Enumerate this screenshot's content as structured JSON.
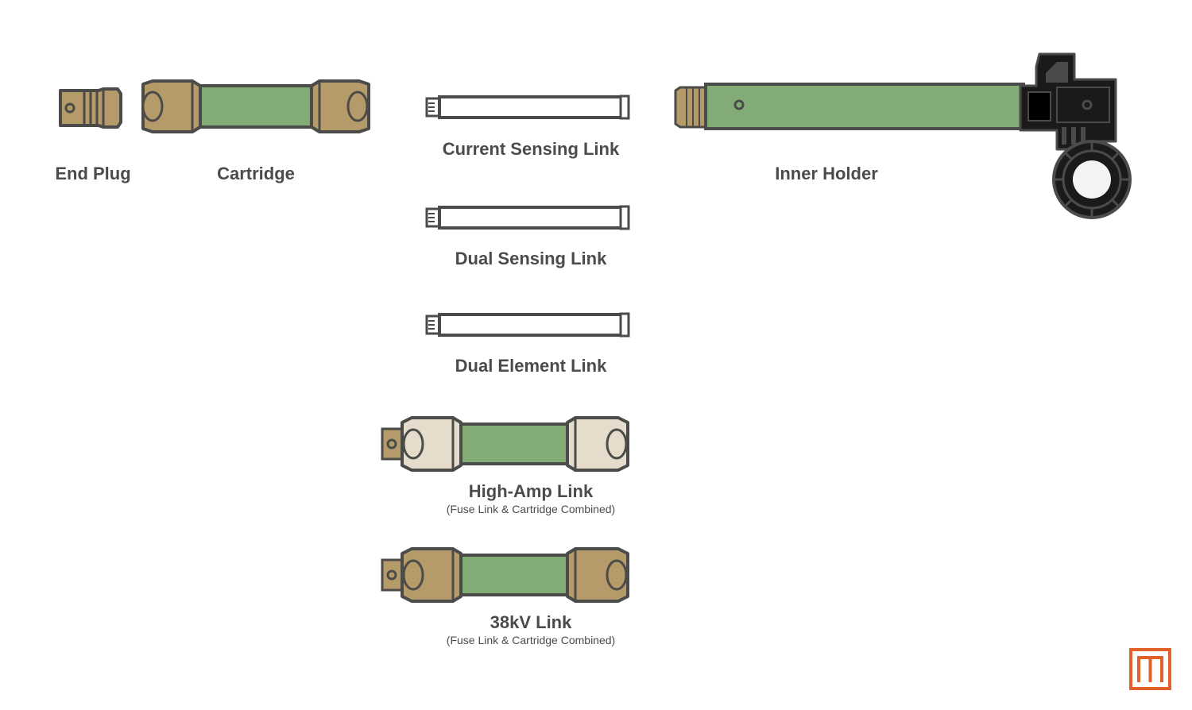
{
  "parts": {
    "end_plug": {
      "label": "End Plug"
    },
    "cartridge": {
      "label": "Cartridge"
    },
    "current_sensing_link": {
      "label": "Current Sensing Link"
    },
    "dual_sensing_link": {
      "label": "Dual Sensing Link"
    },
    "dual_element_link": {
      "label": "Dual Element Link"
    },
    "high_amp_link": {
      "label": "High-Amp Link",
      "sublabel": "(Fuse Link & Cartridge Combined)"
    },
    "kv38_link": {
      "label": "38kV Link",
      "sublabel": "(Fuse Link & Cartridge Combined)"
    },
    "inner_holder": {
      "label": "Inner Holder"
    }
  },
  "colors": {
    "outline": "#4b4b49",
    "brass": "#b59b6a",
    "green": "#82ab76",
    "cream": "#e6dccb",
    "black": "#1a1a1a",
    "white": "#ffffff",
    "logo": "#e0622a"
  },
  "icons": {
    "logo": "brand-logo-icon"
  }
}
